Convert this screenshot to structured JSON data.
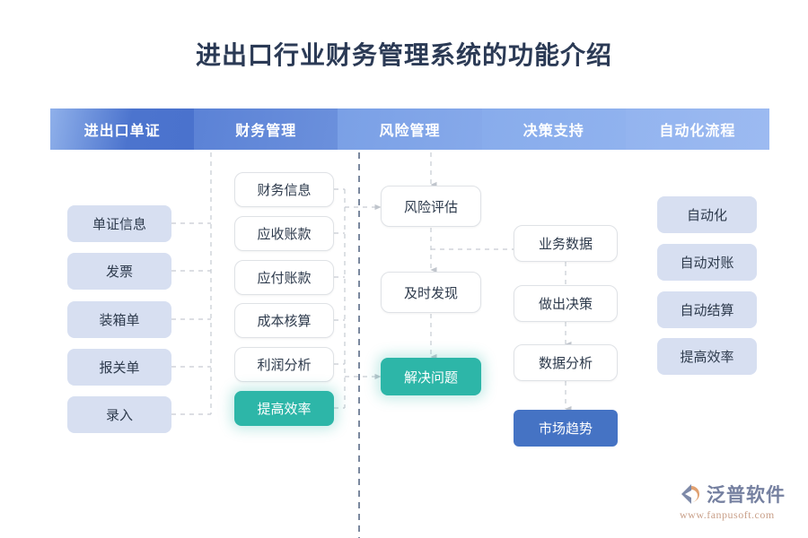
{
  "page": {
    "title": "进出口行业财务管理系统的功能介绍"
  },
  "header": {
    "columns": [
      {
        "label": "进出口单证"
      },
      {
        "label": "财务管理"
      },
      {
        "label": "风险管理"
      },
      {
        "label": "决策支持"
      },
      {
        "label": "自动化流程"
      }
    ]
  },
  "columns": {
    "documents": {
      "title": "进出口单证",
      "items": [
        {
          "label": "单证信息",
          "style": "soft"
        },
        {
          "label": "发票",
          "style": "soft"
        },
        {
          "label": "装箱单",
          "style": "soft"
        },
        {
          "label": "报关单",
          "style": "soft"
        },
        {
          "label": "录入",
          "style": "soft"
        }
      ]
    },
    "finance": {
      "title": "财务管理",
      "items": [
        {
          "label": "财务信息",
          "style": "plain"
        },
        {
          "label": "应收账款",
          "style": "plain"
        },
        {
          "label": "应付账款",
          "style": "plain"
        },
        {
          "label": "成本核算",
          "style": "plain"
        },
        {
          "label": "利润分析",
          "style": "plain"
        },
        {
          "label": "提高效率",
          "style": "teal"
        }
      ]
    },
    "risk": {
      "title": "风险管理",
      "items": [
        {
          "label": "风险评估",
          "style": "plain"
        },
        {
          "label": "及时发现",
          "style": "plain"
        },
        {
          "label": "解决问题",
          "style": "teal"
        }
      ]
    },
    "decision": {
      "title": "决策支持",
      "items": [
        {
          "label": "业务数据",
          "style": "plain"
        },
        {
          "label": "做出决策",
          "style": "plain"
        },
        {
          "label": "数据分析",
          "style": "plain"
        },
        {
          "label": "市场趋势",
          "style": "blue"
        }
      ]
    },
    "automation": {
      "title": "自动化流程",
      "items": [
        {
          "label": "自动化",
          "style": "soft"
        },
        {
          "label": "自动对账",
          "style": "soft"
        },
        {
          "label": "自动结算",
          "style": "soft"
        },
        {
          "label": "提高效率",
          "style": "soft"
        }
      ]
    }
  },
  "logo": {
    "name": "泛普软件",
    "url": "www.fanpusoft.com"
  },
  "colors": {
    "header_dark": "#4A72CD",
    "header_light": "#9CBAF1",
    "soft_box": "#D7DFF1",
    "teal": "#2DB6A8",
    "blue": "#4573C4",
    "title_text": "#2B3A55",
    "divider": "#5A6B86",
    "connector": "#C6CBD2"
  }
}
